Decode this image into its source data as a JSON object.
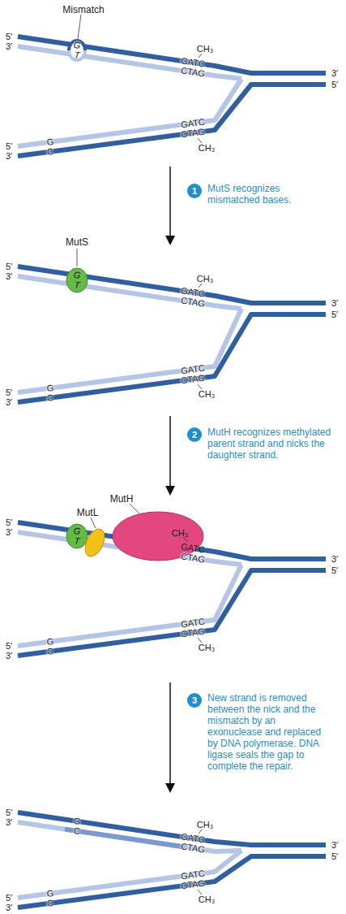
{
  "diagram": {
    "nodes": [
      {
        "text": [
          "Mismatch",
          "G",
          "T"
        ]
      },
      {
        "text": [
          "1",
          "MutS recognizes mismatched bases."
        ]
      },
      {
        "text": [
          "MutS",
          "G",
          "T"
        ]
      },
      {
        "text": [
          "2",
          "MutH recognizes methylated parent strand and nicks the daughter strand."
        ]
      },
      {
        "text": [
          "G",
          "T"
        ]
      },
      {
        "text": [
          "MutL"
        ]
      },
      {
        "text": [
          "MutH",
          "CH₃",
          "GATC"
        ]
      },
      {
        "text": [
          "3",
          "New strand is removed between the nick and the mismatch by an exonuclease and replaced by DNA polymerase. DNA ligase seals the gap to complete the repair."
        ]
      }
    ],
    "labels": [
      "5′",
      "3′",
      "CH₃",
      "GATC",
      "CTAG",
      "3′",
      "5′",
      "GATC",
      "CTAG",
      "G",
      "C",
      "CH₃",
      "5′",
      "3′",
      "5′",
      "3′",
      "CH₃",
      "GATC",
      "CTAG",
      "3′",
      "5′",
      "GATC",
      "CTAG",
      "G",
      "C",
      "CH₃",
      "5′",
      "3′",
      "5′",
      "3′",
      "CTAG",
      "3′",
      "5′",
      "GATC",
      "CTAG",
      "G",
      "C",
      "CH₃",
      "5′",
      "3′",
      "5′",
      "3′",
      "G",
      "C",
      "CH₃",
      "GATC",
      "CTAG",
      "3′",
      "5′",
      "GATC",
      "CTAG",
      "G",
      "C",
      "CH₃",
      "5′",
      "3′"
    ]
  }
}
